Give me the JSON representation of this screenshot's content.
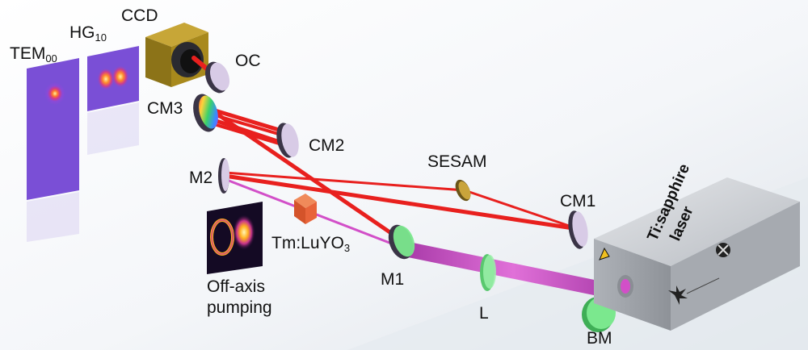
{
  "labels": {
    "ccd": "CCD",
    "tem_main": "TEM",
    "tem_sub": "00",
    "hg_main": "HG",
    "hg_sub": "10",
    "oc": "OC",
    "cm3": "CM3",
    "cm2": "CM2",
    "sesam": "SESAM",
    "cm1": "CM1",
    "m2": "M2",
    "crystal_main": "Tm:LuYO",
    "crystal_sub": "3",
    "m1": "M1",
    "l": "L",
    "bm": "BM",
    "offaxis_line1": "Off-axis",
    "offaxis_line2": "pumping"
  },
  "laser_box": {
    "line1": "Ti:sapphire",
    "line2": "laser"
  },
  "colors": {
    "cavity_beam": "#e8201e",
    "pump_beam": "#d24fc8",
    "ccd_body": "#a8891c",
    "mirror_rim": "#3a3446",
    "mirror_face": "#d8d0e6",
    "green_optic": "#7be88e",
    "sesam_gold": "#c9a43b",
    "crystal": "#e8643a",
    "laser_body": "#c9ccd0",
    "mode_bg": "#7a4fd6"
  }
}
